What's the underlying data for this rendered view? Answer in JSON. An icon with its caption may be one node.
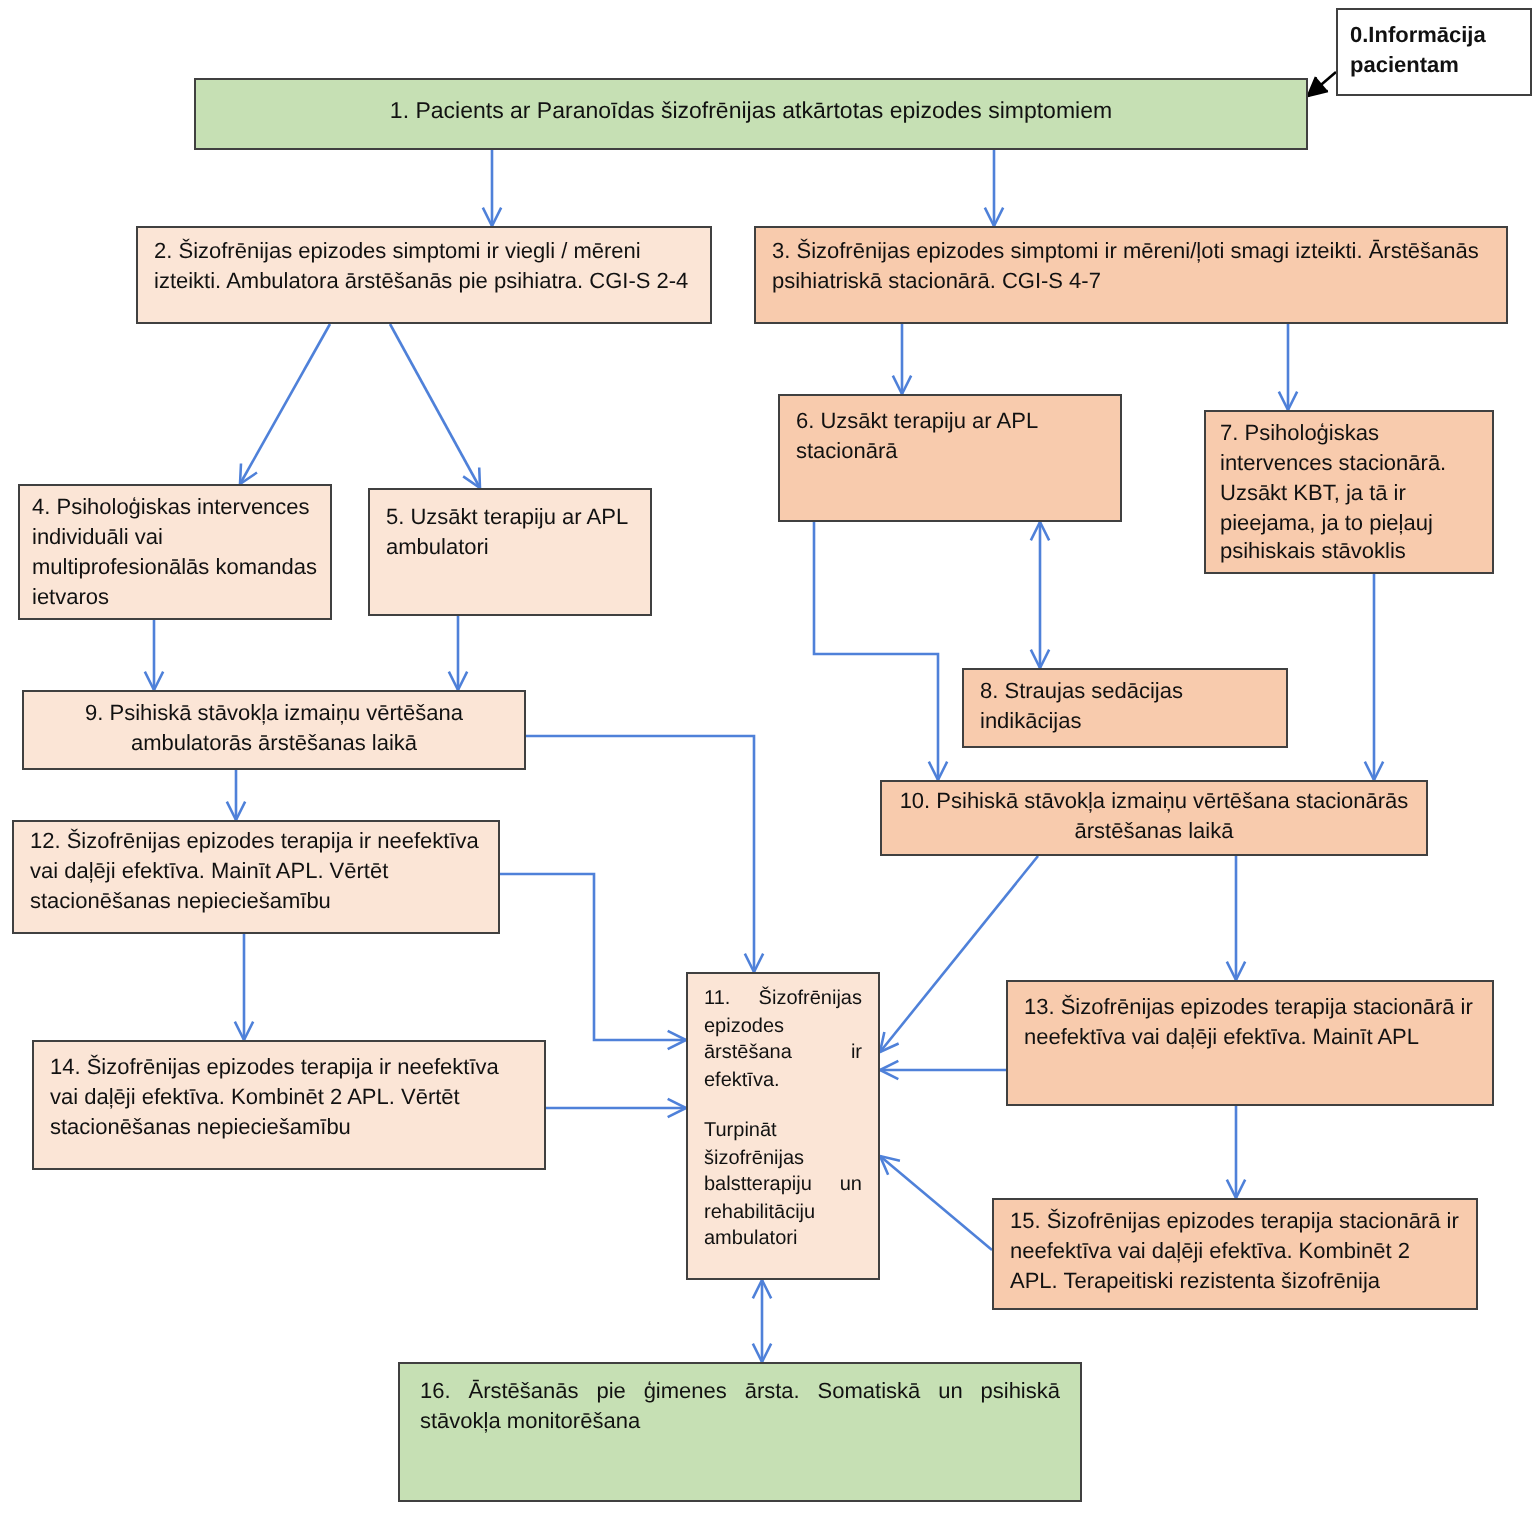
{
  "diagram": {
    "nodes": [
      {
        "text": [
          "0.Informācija pacientam"
        ]
      },
      {
        "text": [
          "1. Pacients ar Paranoīdas šizofrēnijas atkārtotas epizodes simptomiem"
        ]
      },
      {
        "text": [
          "2. Šizofrēnijas epizodes simptomi ir viegli / mēreni izteikti. Ambulatora ārstēšanās pie psihiatra. CGI-S 2-4"
        ]
      },
      {
        "text": [
          "3. Šizofrēnijas epizodes simptomi  ir mēreni/ļoti smagi izteikti. Ārstēšanās psihiatriskā stacionārā. CGI-S 4-7"
        ]
      },
      {
        "text": [
          "4. Psiholoģiskas intervences individuāli vai multiprofesionālās komandas ietvaros"
        ]
      },
      {
        "text": [
          "5. Uzsākt terapiju ar APL ambulatori"
        ]
      },
      {
        "text": [
          "6. Uzsākt terapiju ar APL stacionārā"
        ]
      },
      {
        "text": [
          "7. Psiholoģiskas intervences stacionārā. Uzsākt KBT, ja tā ir pieejama, ja to pieļauj psihiskais stāvoklis"
        ]
      },
      {
        "text": [
          "8. Straujas sedācijas indikācijas"
        ]
      },
      {
        "text": [
          "9. Psihiskā stāvokļa izmaiņu vērtēšana ambulatorās ārstēšanas laikā"
        ]
      },
      {
        "text": [
          "10. Psihiskā stāvokļa izmaiņu vērtēšana stacionārās ārstēšanas laikā"
        ]
      },
      {
        "text": [
          "11. Šizofrēnijas epizodes ārstēšana ir efektīva.",
          "Turpināt šizofrēnijas balstterapiju un rehabilitāciju ambulatori"
        ]
      },
      {
        "text": [
          "12. Šizofrēnijas epizodes terapija ir neefektīva vai daļēji efektīva. Mainīt APL. Vērtēt stacionēšanas nepieciešamību"
        ]
      },
      {
        "text": [
          "13. Šizofrēnijas epizodes terapija stacionārā ir neefektīva vai daļēji efektīva. Mainīt APL"
        ]
      },
      {
        "text": [
          "14. Šizofrēnijas epizodes terapija ir neefektīva vai daļēji efektīva. Kombinēt 2 APL. Vērtēt stacionēšanas nepieciešamību"
        ]
      },
      {
        "text": [
          "15. Šizofrēnijas epizodes terapija stacionārā ir neefektīva vai daļēji efektīva. Kombinēt 2 APL. Terapeitiski rezistenta šizofrēnija"
        ]
      },
      {
        "text": [
          "16. Ārstēšanās pie ģimenes ārsta. Somatiskā un psihiskā stāvokļa monitorēšana"
        ]
      }
    ],
    "edges": [
      {
        "from": 0,
        "to": 1,
        "arrow": "to",
        "color": "#000000"
      },
      {
        "from": 1,
        "to": 2,
        "arrow": "to"
      },
      {
        "from": 1,
        "to": 3,
        "arrow": "to"
      },
      {
        "from": 2,
        "to": 4,
        "arrow": "to"
      },
      {
        "from": 2,
        "to": 5,
        "arrow": "to"
      },
      {
        "from": 3,
        "to": 6,
        "arrow": "to"
      },
      {
        "from": 3,
        "to": 7,
        "arrow": "to"
      },
      {
        "from": 4,
        "to": 9,
        "arrow": "to"
      },
      {
        "from": 5,
        "to": 9,
        "arrow": "to"
      },
      {
        "from": 6,
        "to": 10,
        "arrow": "to"
      },
      {
        "from": 6,
        "to": 8,
        "arrow": "both"
      },
      {
        "from": 7,
        "to": 10,
        "arrow": "to"
      },
      {
        "from": 9,
        "to": 11,
        "arrow": "to"
      },
      {
        "from": 9,
        "to": 12,
        "arrow": "to"
      },
      {
        "from": 10,
        "to": 11,
        "arrow": "to"
      },
      {
        "from": 10,
        "to": 13,
        "arrow": "to"
      },
      {
        "from": 12,
        "to": 11,
        "arrow": "to"
      },
      {
        "from": 12,
        "to": 14,
        "arrow": "to"
      },
      {
        "from": 14,
        "to": 11,
        "arrow": "to"
      },
      {
        "from": 13,
        "to": 11,
        "arrow": "to"
      },
      {
        "from": 13,
        "to": 15,
        "arrow": "to"
      },
      {
        "from": 15,
        "to": 11,
        "arrow": "to"
      },
      {
        "from": 11,
        "to": 16,
        "arrow": "both"
      }
    ]
  }
}
